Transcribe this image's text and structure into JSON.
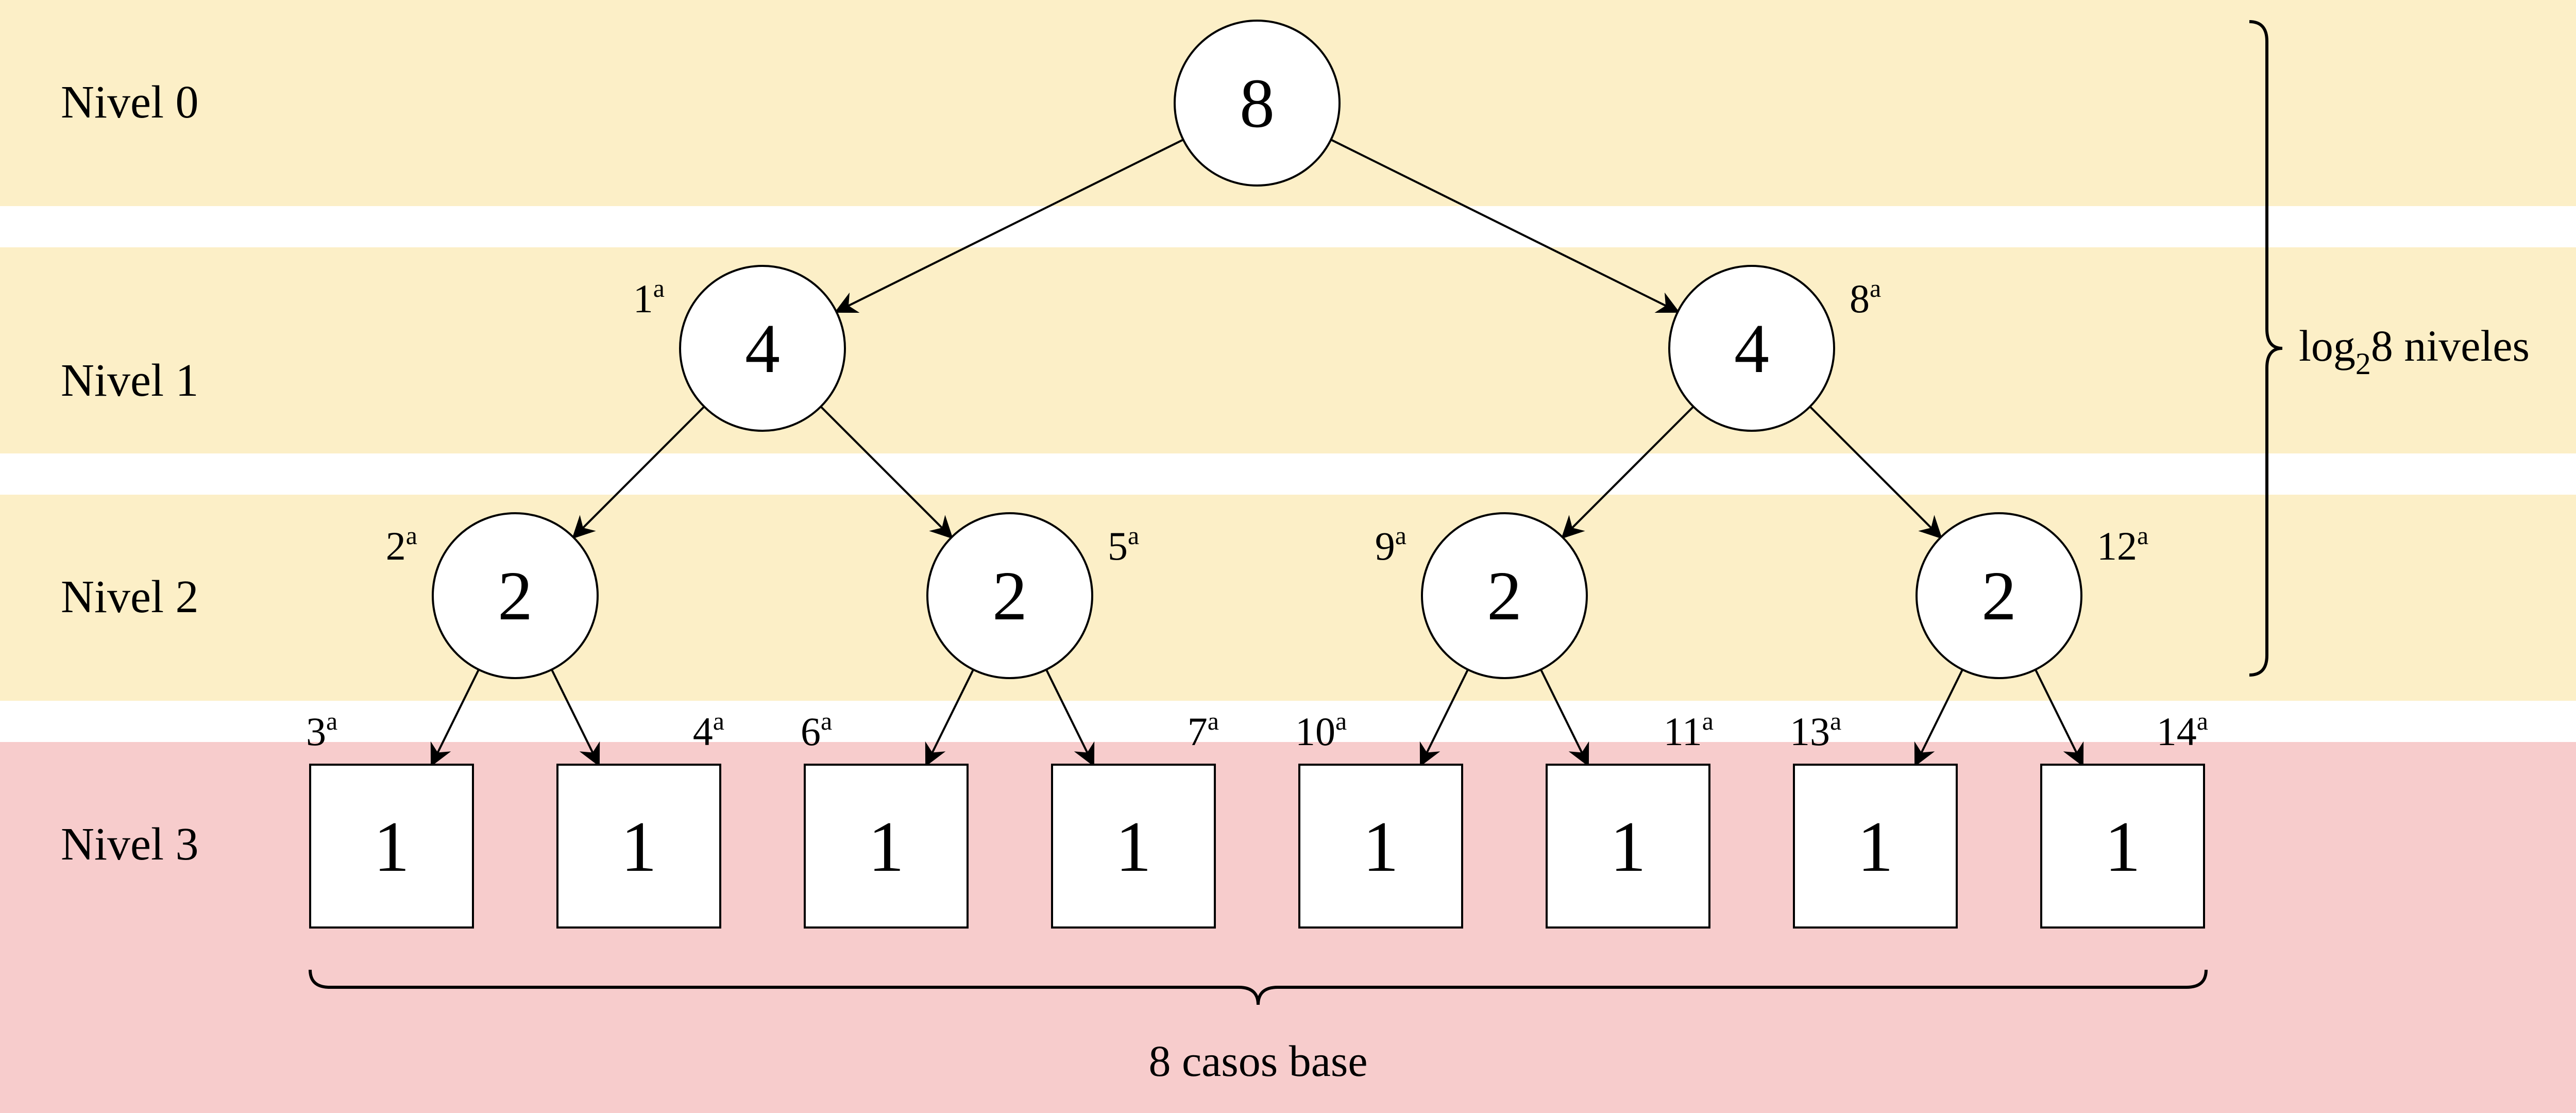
{
  "colors": {
    "band_recursive": "#fcefc7",
    "band_base": "#f7cccc",
    "stroke": "#000000",
    "node_fill": "#ffffff"
  },
  "levels": [
    {
      "label": "Nivel 0"
    },
    {
      "label": "Nivel 1"
    },
    {
      "label": "Nivel 2"
    },
    {
      "label": "Nivel 3"
    }
  ],
  "nodes": [
    {
      "id": "n0",
      "value": "8",
      "level": 0,
      "shape": "circle",
      "order_num": "",
      "order_sup": ""
    },
    {
      "id": "n1",
      "value": "4",
      "level": 1,
      "shape": "circle",
      "order_num": "1",
      "order_sup": "a"
    },
    {
      "id": "n8",
      "value": "4",
      "level": 1,
      "shape": "circle",
      "order_num": "8",
      "order_sup": "a"
    },
    {
      "id": "n2",
      "value": "2",
      "level": 2,
      "shape": "circle",
      "order_num": "2",
      "order_sup": "a"
    },
    {
      "id": "n5",
      "value": "2",
      "level": 2,
      "shape": "circle",
      "order_num": "5",
      "order_sup": "a"
    },
    {
      "id": "n9",
      "value": "2",
      "level": 2,
      "shape": "circle",
      "order_num": "9",
      "order_sup": "a"
    },
    {
      "id": "n12",
      "value": "2",
      "level": 2,
      "shape": "circle",
      "order_num": "12",
      "order_sup": "a"
    },
    {
      "id": "n3",
      "value": "1",
      "level": 3,
      "shape": "box",
      "order_num": "3",
      "order_sup": "a"
    },
    {
      "id": "n4",
      "value": "1",
      "level": 3,
      "shape": "box",
      "order_num": "4",
      "order_sup": "a"
    },
    {
      "id": "n6",
      "value": "1",
      "level": 3,
      "shape": "box",
      "order_num": "6",
      "order_sup": "a"
    },
    {
      "id": "n7",
      "value": "1",
      "level": 3,
      "shape": "box",
      "order_num": "7",
      "order_sup": "a"
    },
    {
      "id": "n10",
      "value": "1",
      "level": 3,
      "shape": "box",
      "order_num": "10",
      "order_sup": "a"
    },
    {
      "id": "n11",
      "value": "1",
      "level": 3,
      "shape": "box",
      "order_num": "11",
      "order_sup": "a"
    },
    {
      "id": "n13",
      "value": "1",
      "level": 3,
      "shape": "box",
      "order_num": "13",
      "order_sup": "a"
    },
    {
      "id": "n14",
      "value": "1",
      "level": 3,
      "shape": "box",
      "order_num": "14",
      "order_sup": "a"
    }
  ],
  "edges": [
    [
      "n0",
      "n1"
    ],
    [
      "n0",
      "n8"
    ],
    [
      "n1",
      "n2"
    ],
    [
      "n1",
      "n5"
    ],
    [
      "n8",
      "n9"
    ],
    [
      "n8",
      "n12"
    ],
    [
      "n2",
      "n3"
    ],
    [
      "n2",
      "n4"
    ],
    [
      "n5",
      "n6"
    ],
    [
      "n5",
      "n7"
    ],
    [
      "n9",
      "n10"
    ],
    [
      "n9",
      "n11"
    ],
    [
      "n12",
      "n13"
    ],
    [
      "n12",
      "n14"
    ]
  ],
  "depth_brace": {
    "prefix": "log",
    "subscript": "2",
    "suffix": "8 niveles"
  },
  "base_brace": {
    "label": "8 casos base"
  }
}
